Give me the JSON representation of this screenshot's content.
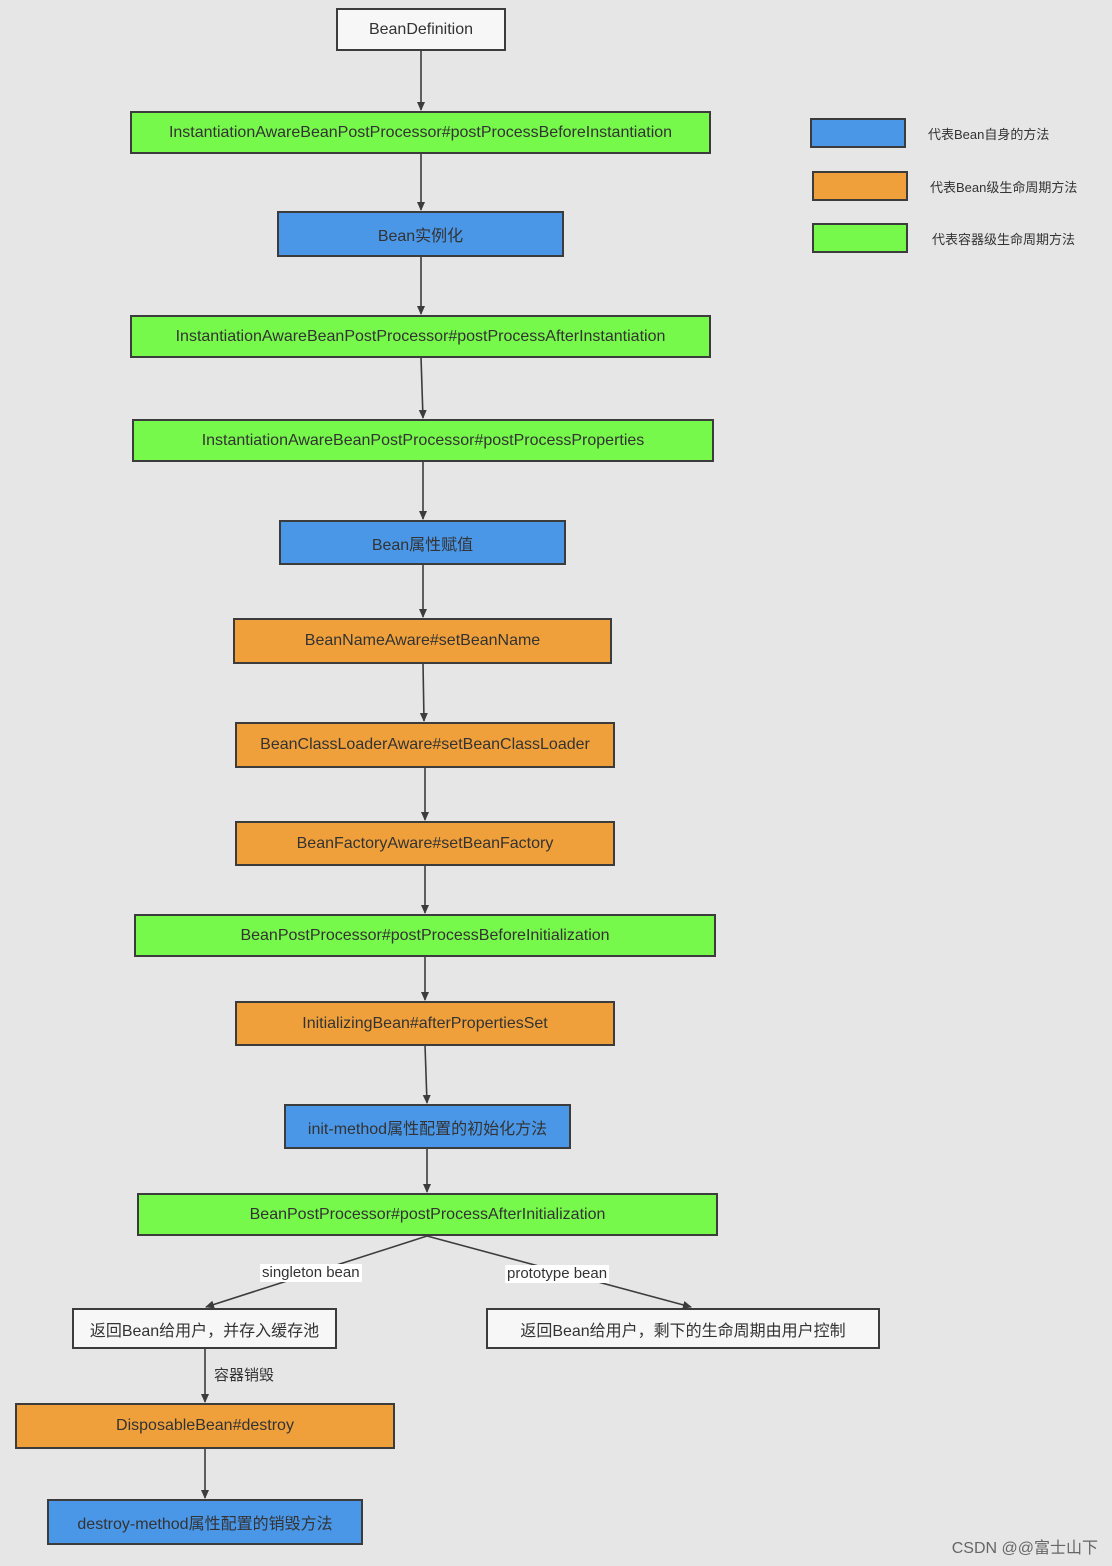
{
  "nodes": {
    "bean_definition": "BeanDefinition",
    "iabpp_before_inst": "InstantiationAwareBeanPostProcessor#postProcessBeforeInstantiation",
    "bean_instantiation": "Bean实例化",
    "iabpp_after_inst": "InstantiationAwareBeanPostProcessor#postProcessAfterInstantiation",
    "iabpp_props": "InstantiationAwareBeanPostProcessor#postProcessProperties",
    "bean_prop_assign": "Bean属性赋值",
    "bean_name_aware": "BeanNameAware#setBeanName",
    "bean_classloader_aware": "BeanClassLoaderAware#setBeanClassLoader",
    "bean_factory_aware": "BeanFactoryAware#setBeanFactory",
    "bpp_before_init": "BeanPostProcessor#postProcessBeforeInitialization",
    "initializing_bean": "InitializingBean#afterPropertiesSet",
    "init_method": "init-method属性配置的初始化方法",
    "bpp_after_init": "BeanPostProcessor#postProcessAfterInitialization",
    "return_singleton": "返回Bean给用户，并存入缓存池",
    "return_prototype": "返回Bean给用户，剩下的生命周期由用户控制",
    "disposable_bean": "DisposableBean#destroy",
    "destroy_method": "destroy-method属性配置的销毁方法"
  },
  "edge_labels": {
    "singleton": "singleton bean",
    "prototype": "prototype bean",
    "container_destroy": "容器销毁"
  },
  "legend": [
    {
      "color": "#4a97e8",
      "text": "代表Bean自身的方法"
    },
    {
      "color": "#f0a03a",
      "text": "代表Bean级生命周期方法"
    },
    {
      "color": "#76f94a",
      "text": "代表容器级生命周期方法"
    }
  ],
  "colors": {
    "bean_self": "#4a97e8",
    "bean_level": "#f0a03a",
    "container_level": "#76f94a",
    "plain": "#f7f7f7",
    "line": "#3c3c3c"
  },
  "watermark": "CSDN @@富士山下"
}
